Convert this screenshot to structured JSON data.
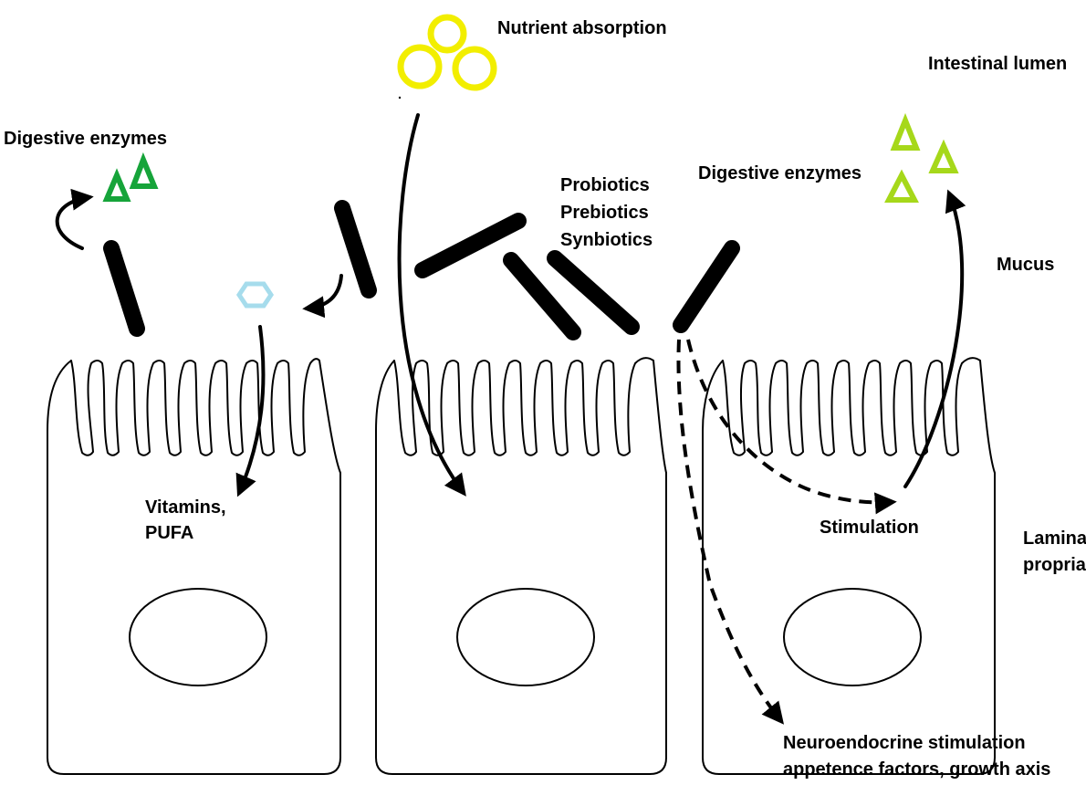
{
  "labels": {
    "nutrient_absorption": "Nutrient absorption",
    "intestinal_lumen": "Intestinal lumen",
    "digestive_enzymes_left": "Digestive enzymes",
    "digestive_enzymes_right": "Digestive enzymes",
    "probiotics": "Probiotics",
    "prebiotics": "Prebiotics",
    "synbiotics": "Synbiotics",
    "mucus": "Mucus",
    "vitamins": "Vitamins,",
    "pufa": "PUFA",
    "stimulation": "Stimulation",
    "lamina": "Lamina",
    "propria": "propria",
    "neuroendocrine_1": "Neuroendocrine stimulation",
    "neuroendocrine_2": "appetence factors, growth axis"
  },
  "colors": {
    "nutrient": "#f2ee00",
    "enzyme_left": "#16a43a",
    "enzyme_right": "#a6d81a",
    "vitamin": "#a6dcec",
    "ink": "#000000"
  }
}
